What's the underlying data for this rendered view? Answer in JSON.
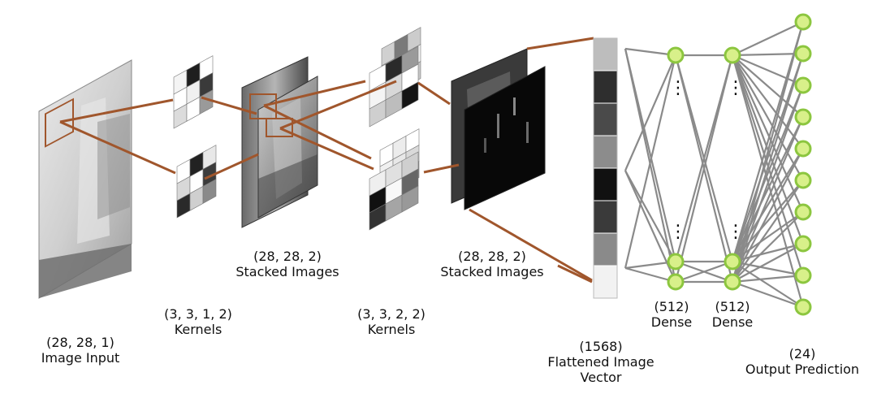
{
  "labels": {
    "image_input": {
      "shape": "(28, 28, 1)",
      "name": "Image Input"
    },
    "kernels_1": {
      "shape": "(3, 3, 1, 2)",
      "name": "Kernels"
    },
    "stacked_1": {
      "shape": "(28, 28, 2)",
      "name": "Stacked Images"
    },
    "kernels_2": {
      "shape": "(3, 3, 2, 2)",
      "name": "Kernels"
    },
    "stacked_2": {
      "shape": "(28, 28, 2)",
      "name": "Stacked Images"
    },
    "flattened": {
      "shape": "(1568)",
      "name_line1": "Flattened Image",
      "name_line2": "Vector"
    },
    "dense_1": {
      "shape": "(512)",
      "name": "Dense"
    },
    "dense_2": {
      "shape": "(512)",
      "name": "Dense"
    },
    "output": {
      "shape": "(24)",
      "name": "Output Prediction"
    }
  },
  "colors": {
    "connector": "#a0562c",
    "node_fill": "#d8f08a",
    "node_stroke": "#8cc63f",
    "edge": "#8a8a8a"
  },
  "kernel_1a": [
    "#f4f4f4",
    "#1e1e1e",
    "#ffffff",
    "#ffffff",
    "#f0f0f0",
    "#3a3a3a",
    "#dcdcdc",
    "#ffffff",
    "#9a9a9a"
  ],
  "kernel_1b": [
    "#ffffff",
    "#222222",
    "#e8e8e8",
    "#d8d8d8",
    "#ffffff",
    "#3c3c3c",
    "#2a2a2a",
    "#cfcfcf",
    "#8a8a8a"
  ],
  "kernel_2a_back": [
    "#d0d0d0",
    "#7a7a7a",
    "#cccccc",
    "#ffffff",
    "#a8a8a8",
    "#f0f0f0",
    "#e0e0e0",
    "#555555",
    "#c8c8c8"
  ],
  "kernel_2a_front": [
    "#ffffff",
    "#2a2a2a",
    "#9a9a9a",
    "#f4f4f4",
    "#d8d8d8",
    "#ffffff",
    "#cfcfcf",
    "#bdbdbd",
    "#151515"
  ],
  "kernel_2b_back": [
    "#ffffff",
    "#ececec",
    "#ffffff",
    "#f0f0f0",
    "#e8e8e8",
    "#d9d9d9",
    "#9a9a9a",
    "#3d3d3d",
    "#8d8d8d"
  ],
  "kernel_2b_front": [
    "#efefef",
    "#e0e0e0",
    "#cfcfcf",
    "#111111",
    "#f8f8f8",
    "#666666",
    "#333333",
    "#a5a5a5",
    "#999999"
  ],
  "vector_cells": [
    "#bdbdbd",
    "#2e2e2e",
    "#4a4a4a",
    "#8c8c8c",
    "#111111",
    "#3a3a3a",
    "#8a8a8a",
    "#f2f2f2"
  ],
  "dense_dots": "⋮"
}
